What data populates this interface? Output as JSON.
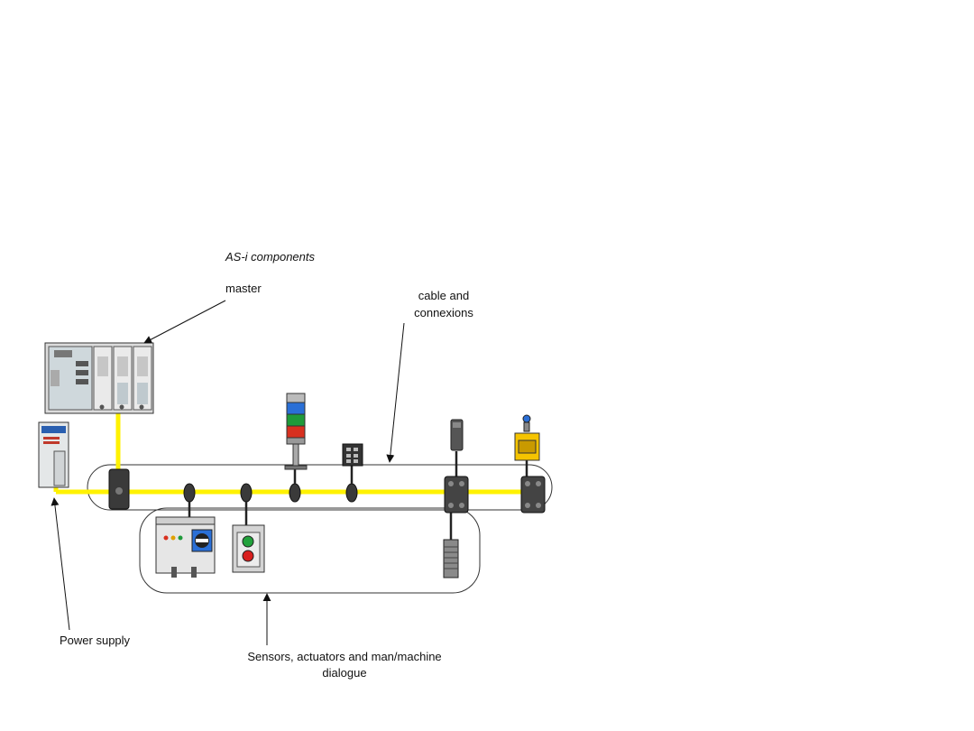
{
  "title": "AS-i  components",
  "labels": {
    "master": "master",
    "cable_line1": "cable and",
    "cable_line2": "connexions",
    "power_supply": "Power supply",
    "sensors_line1": "Sensors, actuators and man/machine",
    "sensors_line2": "dialogue"
  },
  "colors": {
    "cable": "#fff200",
    "device_grey": "#d9d9d9",
    "connector_dark": "#3a3a3a",
    "beacon_blue": "#2a6fd6",
    "beacon_green": "#1f9a3a",
    "beacon_red": "#d8301f",
    "button_green": "#22a23c",
    "button_red": "#d8201f",
    "outline": "#333333"
  },
  "icons": [
    "plc-master-icon",
    "power-supply-icon",
    "signal-tower-icon",
    "keypad-icon",
    "sensor-icon",
    "limit-switch-icon",
    "motor-starter-icon",
    "push-button-box-icon",
    "proximity-sensor-icon",
    "connector-icon",
    "splitter-box-icon"
  ]
}
